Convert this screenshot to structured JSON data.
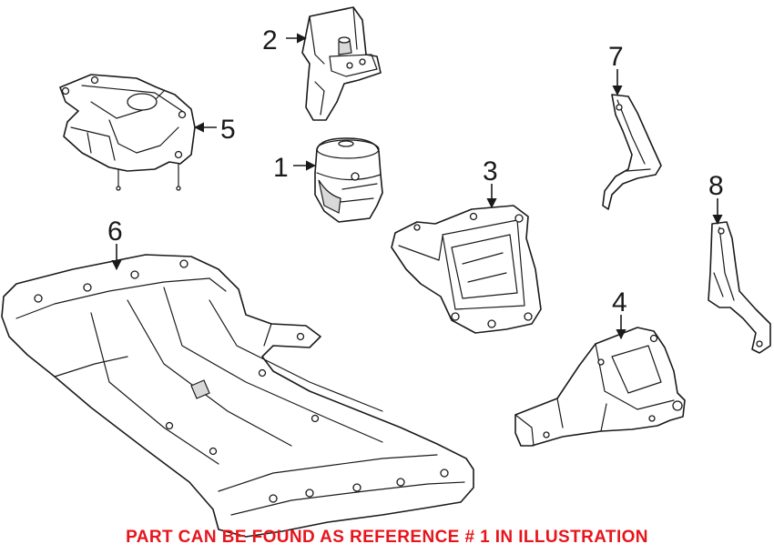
{
  "diagram": {
    "callouts": [
      {
        "id": "1",
        "label": "1"
      },
      {
        "id": "2",
        "label": "2"
      },
      {
        "id": "3",
        "label": "3"
      },
      {
        "id": "4",
        "label": "4"
      },
      {
        "id": "5",
        "label": "5"
      },
      {
        "id": "6",
        "label": "6"
      },
      {
        "id": "7",
        "label": "7"
      },
      {
        "id": "8",
        "label": "8"
      }
    ],
    "footnote": "PART CAN BE FOUND AS REFERENCE # 1 IN ILLUSTRATION",
    "colors": {
      "line": "#1a1a1a",
      "footnote": "#e8141c",
      "background": "#ffffff"
    }
  }
}
